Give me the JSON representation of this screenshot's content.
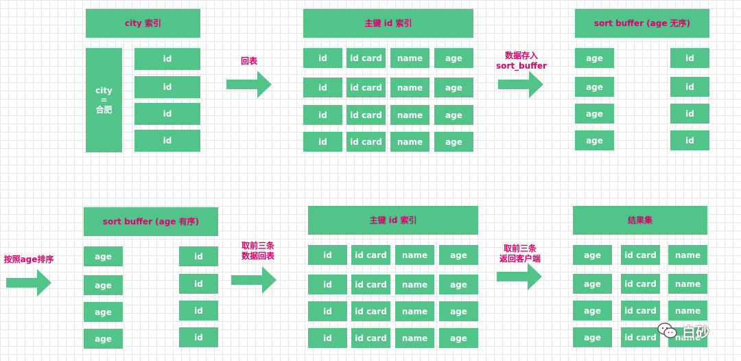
{
  "colors": {
    "box": "#52c48a",
    "header_text": "#d6006e",
    "label": "#e0006a",
    "arrow": "#52c48a"
  },
  "top": {
    "city_index": {
      "header": "city 索引",
      "city_cell_lines": [
        "city",
        "=",
        "合肥"
      ],
      "rows": [
        "id",
        "id",
        "id",
        "id"
      ]
    },
    "arrow1_label": "回表",
    "pk_index": {
      "header": "主键 id 索引",
      "rows": [
        [
          "id",
          "id card",
          "name",
          "age"
        ],
        [
          "id",
          "id card",
          "name",
          "age"
        ],
        [
          "id",
          "id card",
          "name",
          "age"
        ],
        [
          "id",
          "id card",
          "name",
          "age"
        ]
      ]
    },
    "arrow2_label_lines": [
      "数据存入",
      "sort_buffer"
    ],
    "sort_buffer_unsorted": {
      "header": "sort buffer (age 无序)",
      "rows": [
        [
          "age",
          "id"
        ],
        [
          "age",
          "id"
        ],
        [
          "age",
          "id"
        ],
        [
          "age",
          "id"
        ]
      ]
    }
  },
  "bottom": {
    "arrow0_label": "按照age排序",
    "sort_buffer_sorted": {
      "header": "sort buffer (age 有序)",
      "rows": [
        [
          "age",
          "id"
        ],
        [
          "age",
          "id"
        ],
        [
          "age",
          "id"
        ],
        [
          "age",
          "id"
        ]
      ]
    },
    "arrow1_label_lines": [
      "取前三条",
      "数据回表"
    ],
    "pk_index": {
      "header": "主键 id 索引",
      "rows": [
        [
          "id",
          "id card",
          "name",
          "age"
        ],
        [
          "id",
          "id card",
          "name",
          "age"
        ],
        [
          "id",
          "id card",
          "name",
          "age"
        ],
        [
          "id",
          "id card",
          "name",
          "age"
        ]
      ]
    },
    "arrow2_label_lines": [
      "取前三条",
      "返回客户端"
    ],
    "result_set": {
      "header": "结果集",
      "rows": [
        [
          "age",
          "id card",
          "name"
        ],
        [
          "age",
          "id card",
          "name"
        ],
        [
          "age",
          "id card",
          "name"
        ],
        [
          "age",
          "id card",
          "name"
        ]
      ]
    }
  },
  "watermark": {
    "icon": "wechat-icon",
    "text": "白砂"
  }
}
